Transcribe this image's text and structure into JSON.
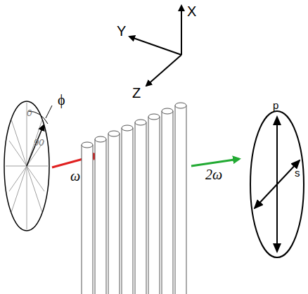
{
  "diagram": {
    "labels": [
      "X",
      "Y",
      "Z",
      "ϕ",
      "0",
      "90",
      "ω",
      "2ω",
      "p",
      "s"
    ]
  }
}
